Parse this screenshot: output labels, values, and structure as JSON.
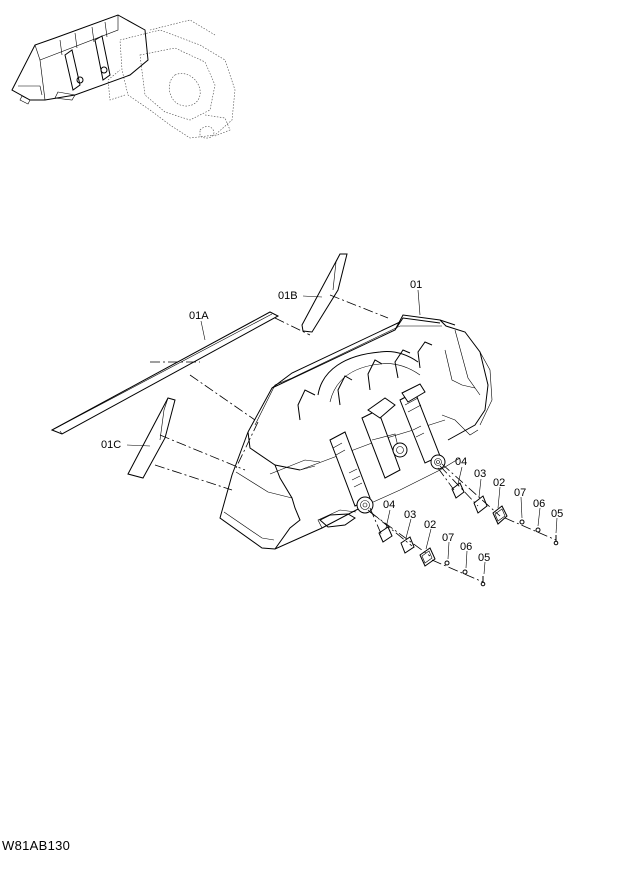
{
  "diagram_code": "W81AB130",
  "callouts": {
    "c01": "01",
    "c01A": "01A",
    "c01B": "01B",
    "c01C": "01C",
    "row1": {
      "c04": "04",
      "c03": "03",
      "c02": "02",
      "c07": "07",
      "c06": "06",
      "c05": "05"
    },
    "row2": {
      "c04": "04",
      "c03": "03",
      "c02": "02",
      "c07": "07",
      "c06": "06",
      "c05": "05"
    }
  }
}
